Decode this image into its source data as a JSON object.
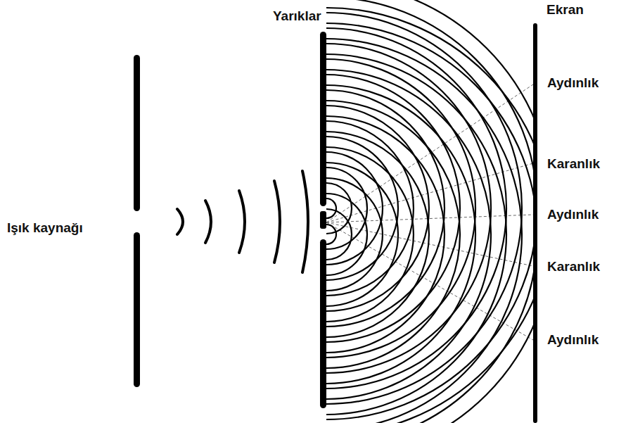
{
  "diagram": {
    "labels": [
      "Işık kaynağı",
      "Yarıklar",
      "Ekran",
      "Aydınlık",
      "Karanlık",
      "Aydınlık",
      "Karanlık",
      "Aydınlık"
    ]
  }
}
